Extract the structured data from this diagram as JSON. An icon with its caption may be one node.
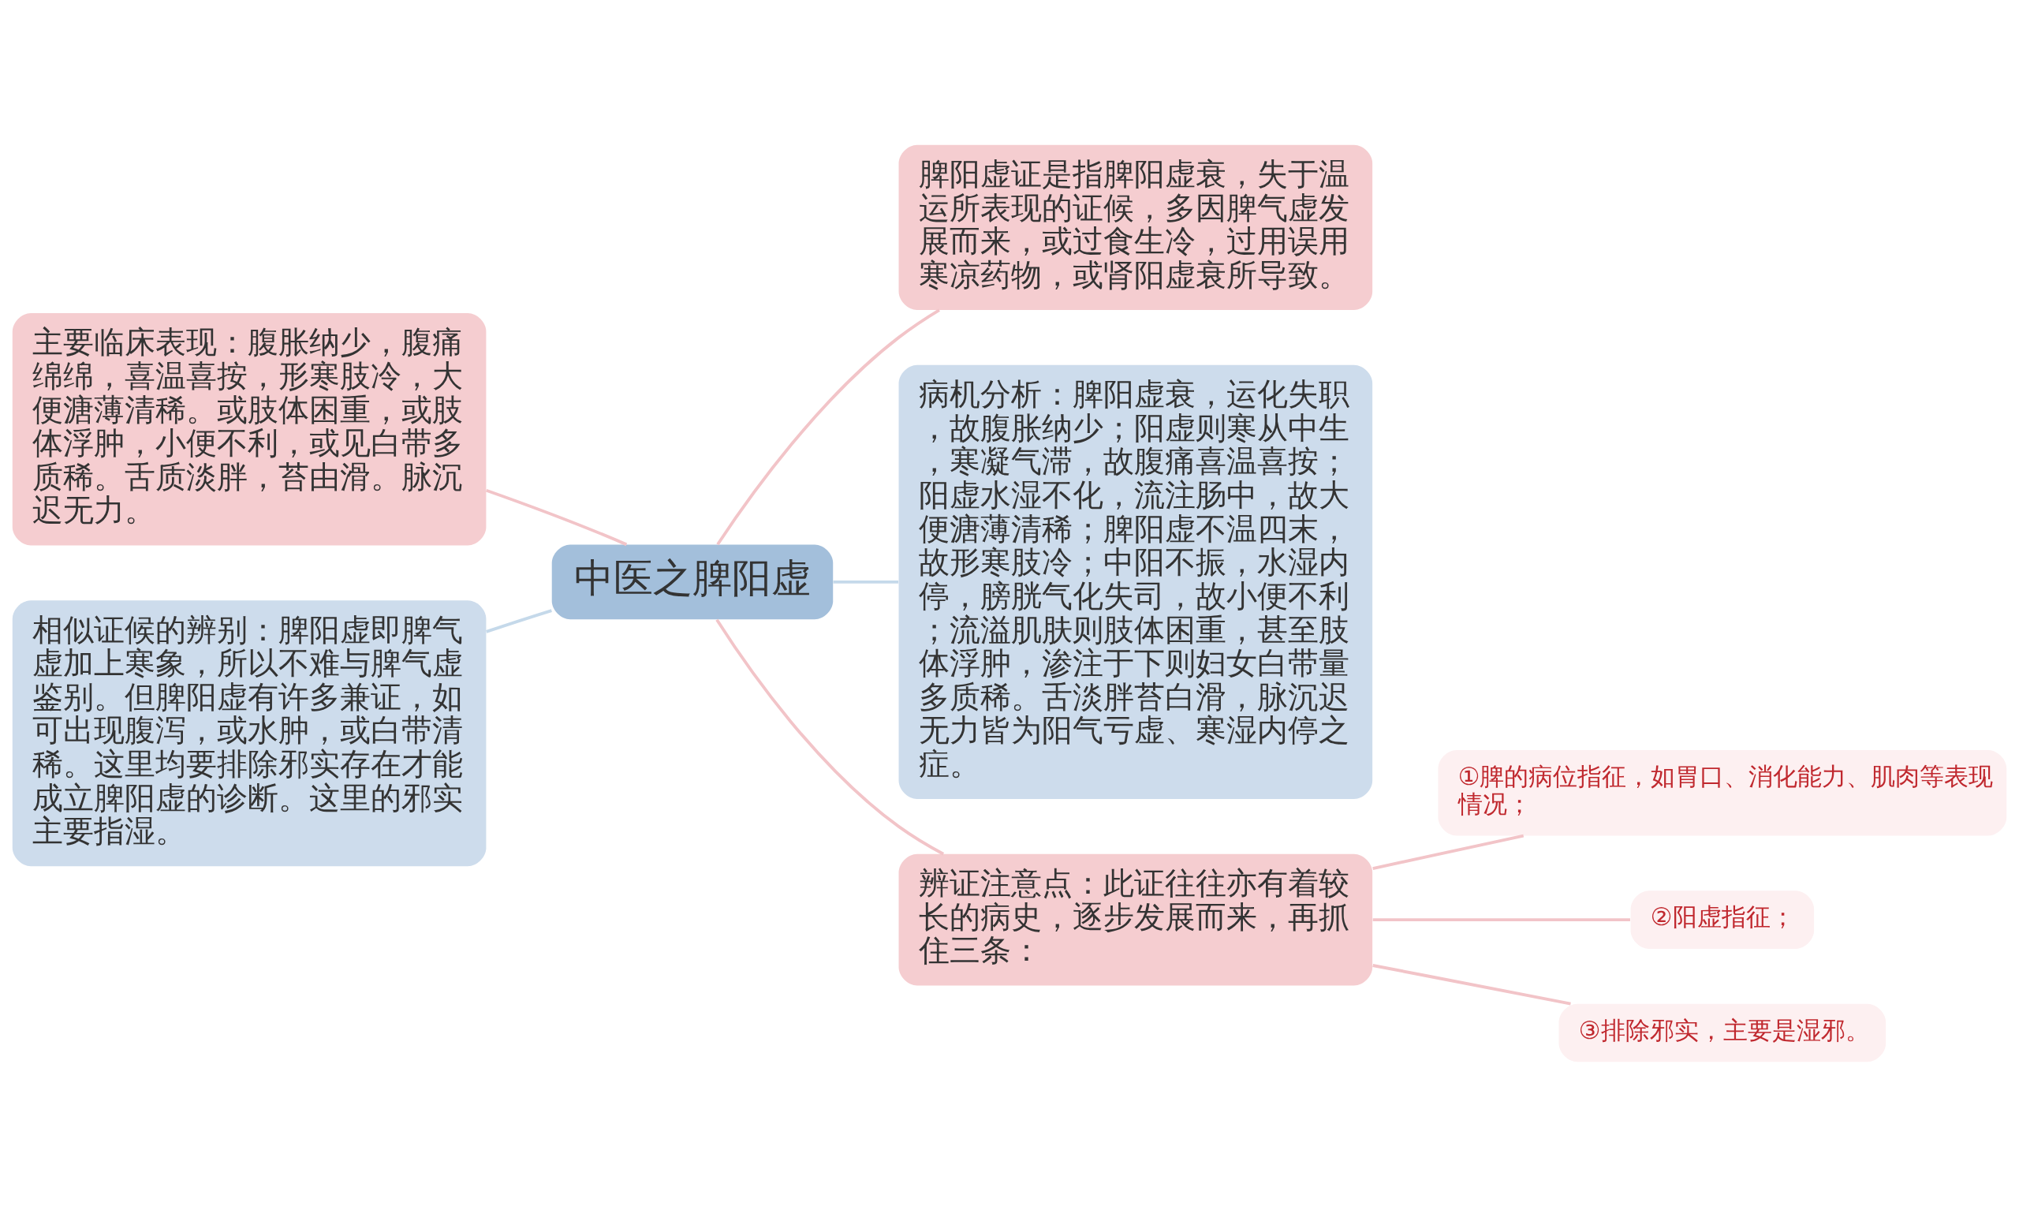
{
  "diagram": {
    "nodes": [
      {
        "text": [
          "中医之脾阳虚"
        ]
      },
      {
        "text": [
          "主要临床表现：腹胀纳少，腹痛绵绵，喜温喜按，形寒肢冷，大便溏薄清稀。或肢体困重，或肢体浮肿，小便不利，或见白带多质稀。舌质淡胖，苔由滑。脉沉迟无力。"
        ]
      },
      {
        "text": [
          "相似证候的辨别：脾阳虚即脾气虚加上寒象，所以不难与脾气虚鉴别。但脾阳虚有许多兼证，如可出现腹泻，或水肿，或白带清稀。这里均要排除邪实存在才能成立脾阳虚的诊断。这里的邪实主要指湿。"
        ]
      },
      {
        "text": [
          "脾阳虚证是指脾阳虚衰，失于温运所表现的证候，多因脾气虚发展而来，或过食生冷，过用误用寒凉药物，或肾阳虚衰所导致。"
        ]
      },
      {
        "text": [
          "病机分析：脾阳虚衰，运化失职，故腹胀纳少；阳虚则寒从中生，寒凝气滞，故腹痛喜温喜按；阳虚水湿不化，流注肠中，故大便溏薄清稀；脾阳虚不温四末，故形寒肢冷；中阳不振，水湿内停，膀胱气化失司，故小便不利；流溢肌肤则肢体困重，甚至肢体浮肿，渗注于下则妇女白带量多质稀。舌淡胖苔白滑，脉沉迟无力皆为阳气亏虚、寒湿内停之症。"
        ]
      },
      {
        "text": [
          "辨证注意点：此证往往亦有着较长的病史，逐步发展而来，再抓住三条："
        ]
      },
      {
        "text": [
          "①脾的病位指征，如胃口、消化能力、肌肉等表现情况；"
        ]
      },
      {
        "text": [
          "②阳虚指征；"
        ]
      },
      {
        "text": [
          "③排除邪实，主要是湿邪。"
        ]
      }
    ],
    "edges": [
      {
        "from": 0,
        "to": 1,
        "arrow": "none"
      },
      {
        "from": 0,
        "to": 2,
        "arrow": "none",
        "color": "#c5d9ea"
      },
      {
        "from": 0,
        "to": 3,
        "arrow": "none"
      },
      {
        "from": 0,
        "to": 4,
        "arrow": "none",
        "color": "#c5d9ea"
      },
      {
        "from": 0,
        "to": 5,
        "arrow": "none"
      },
      {
        "from": 5,
        "to": 6,
        "arrow": "none"
      },
      {
        "from": 5,
        "to": 7,
        "arrow": "none"
      },
      {
        "from": 5,
        "to": 8,
        "arrow": "none"
      }
    ]
  }
}
